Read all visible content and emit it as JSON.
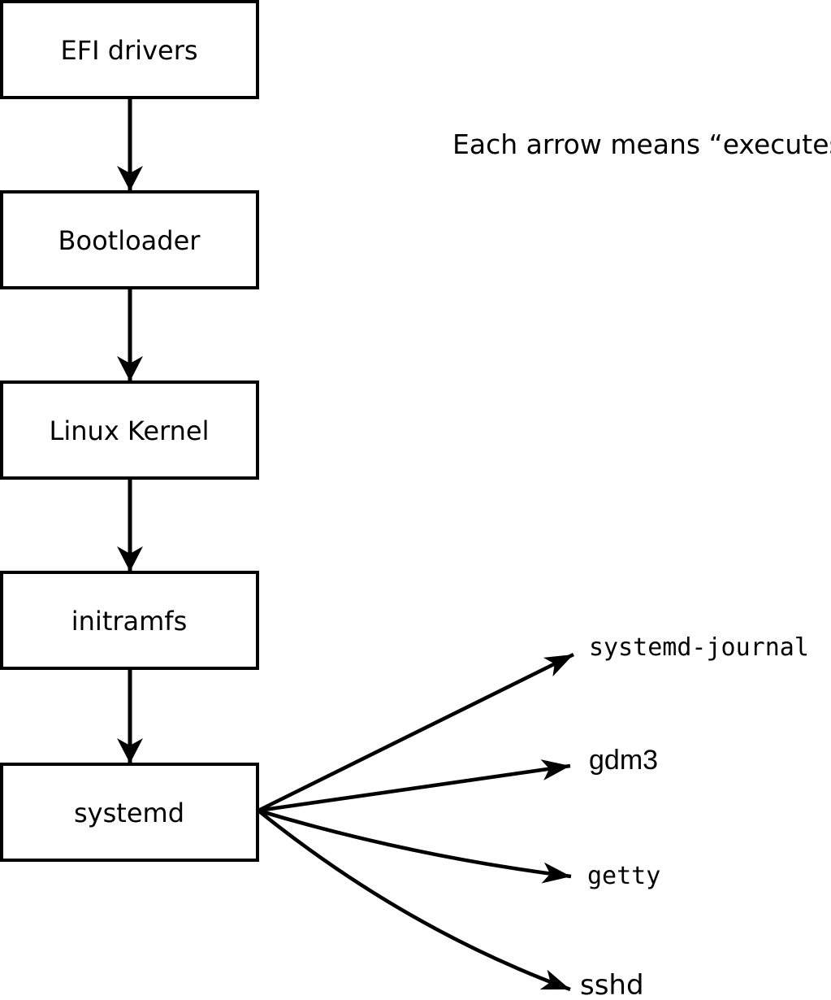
{
  "diagram": {
    "title_hint": "Linux boot process diagram",
    "ink_color": "#000000",
    "background_color": "#ffffff",
    "caption": "Each arrow means “executes”.",
    "arrow_meaning": "executes",
    "boot_chain": [
      {
        "label": "EFI drivers"
      },
      {
        "label": "Bootloader"
      },
      {
        "label": "Linux Kernel"
      },
      {
        "label": "initramfs"
      },
      {
        "label": "systemd"
      }
    ],
    "spawned_processes": [
      {
        "label": "systemd-journal"
      },
      {
        "label": "gdm3"
      },
      {
        "label": "getty"
      },
      {
        "label": "sshd"
      }
    ]
  }
}
